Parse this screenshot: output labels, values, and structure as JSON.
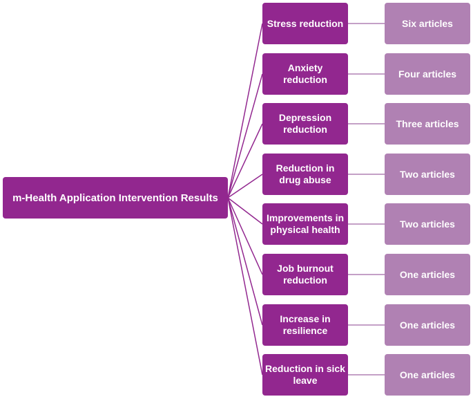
{
  "diagram": {
    "root": {
      "label": "m-Health Application Intervention Results"
    },
    "branches": [
      {
        "result": "Stress reduction",
        "count": "Six articles"
      },
      {
        "result": "Anxiety reduction",
        "count": "Four articles"
      },
      {
        "result": "Depression reduction",
        "count": "Three articles"
      },
      {
        "result": "Reduction in drug abuse",
        "count": "Two articles"
      },
      {
        "result": "Improvements in physical health",
        "count": "Two articles"
      },
      {
        "result": "Job burnout reduction",
        "count": "One articles"
      },
      {
        "result": "Increase in resilience",
        "count": "One articles"
      },
      {
        "result": "Reduction in sick leave",
        "count": "One articles"
      }
    ]
  },
  "colors": {
    "primary": "#92278f",
    "secondary": "#b081b3",
    "connector": "#92278f",
    "count_connector": "#b081b3"
  }
}
